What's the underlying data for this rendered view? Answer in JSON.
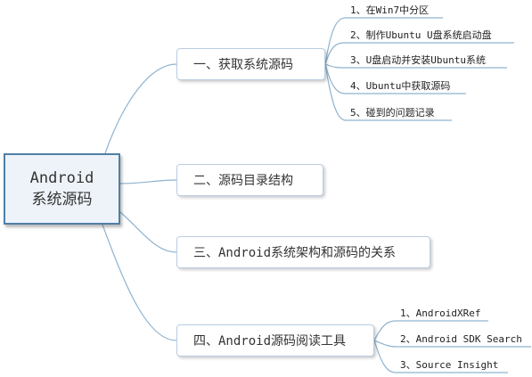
{
  "root": {
    "line1": "Android",
    "line2": "系统源码"
  },
  "branches": [
    {
      "label": "一、获取系统源码",
      "children": [
        "1、在Win7中分区",
        "2、制作Ubuntu U盘系统启动盘",
        "3、U盘启动并安装Ubuntu系统",
        "4、Ubuntu中获取源码",
        "5、碰到的问题记录"
      ]
    },
    {
      "label": "二、源码目录结构",
      "children": []
    },
    {
      "label": "三、Android系统架构和源码的关系",
      "children": []
    },
    {
      "label": "四、Android源码阅读工具",
      "children": [
        "1、AndroidXRef",
        "2、Android SDK Search",
        "3、Source Insight"
      ]
    }
  ],
  "colors": {
    "line": "#8fb3cf",
    "root_border": "#4f7fa6",
    "root_fill": "#eef3f9"
  }
}
